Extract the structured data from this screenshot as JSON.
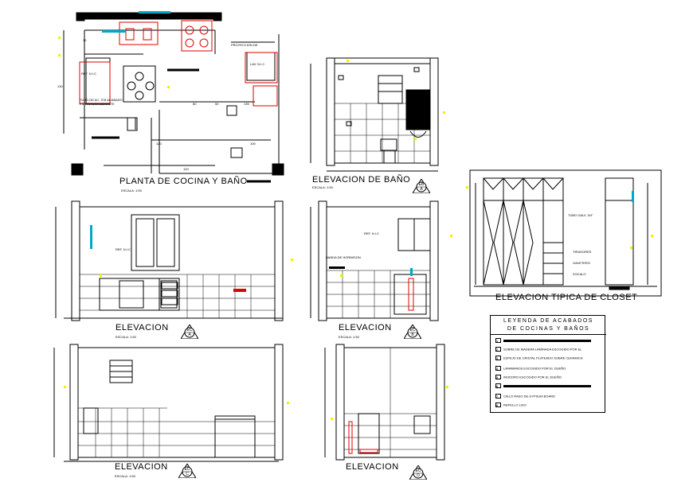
{
  "views": {
    "plan": {
      "title": "PLANTA DE COCINA Y BAÑO",
      "scale": "ESCALA: 1:50",
      "labels": {
        "ref": "REF. N.I.C",
        "lav": "LAV. N.I.C",
        "proyeccion": "PROYECCION DE",
        "tubo": "TUBO DE AC. 3\"Ø ACABADO",
        "pintura": "EN PINTURA ESMALTE",
        "dims": [
          "30",
          "130",
          "80",
          "120",
          "100",
          "50",
          "120",
          "135"
        ]
      }
    },
    "bath": {
      "title": "ELEVACION DE BAÑO",
      "scale": "ESCALA: 1:50",
      "tag_code": "EB",
      "tag_letter": "A"
    },
    "closet": {
      "title": "ELEVACION TIPICA DE CLOSET",
      "labels": {
        "tubo": "TUBO GALV. 3/4\"",
        "tirador": "TIRADORES",
        "gaveta": "GAVETERO",
        "zocalo": "ZOCALO"
      }
    },
    "eca": {
      "title": "ELEVACION",
      "scale": "ESCALA: 1:50",
      "tag_code": "EC",
      "tag_letter": "A",
      "labels": {
        "ref": "REF. N.I.C"
      }
    },
    "ecb": {
      "title": "ELEVACION",
      "scale": "ESCALA: 1:50",
      "tag_code": "EC",
      "tag_letter": "B",
      "labels": {
        "ref": "REF. N.I.C",
        "banda": "BANDA DE HORMIGON"
      }
    },
    "ecc": {
      "title": "ELEVACION",
      "scale": "ESCALA: 1:50",
      "tag_code": "EC",
      "tag_letter": "C"
    },
    "ecd": {
      "title": "ELEVACION",
      "scale": "ESCALA: 1:50",
      "tag_code": "EC",
      "tag_letter": "D"
    }
  },
  "legend": {
    "title_line1": "LEYENDA DE ACABADOS",
    "title_line2": "DE COCINAS Y BAÑOS",
    "items": [
      {
        "code": "1",
        "text": ""
      },
      {
        "code": "2",
        "text": "SOBRE DE MADERA LAMINADA ESCOGIDO POR EL"
      },
      {
        "code": "3",
        "text": "ESPEJO DE CRISTAL PLATEADO SOBRE CERAMICA"
      },
      {
        "code": "4",
        "text": "LAVAMANOS ESCOGIDO POR EL DUEÑO"
      },
      {
        "code": "5",
        "text": "INODORO ESCOGIDO POR EL DUEÑO"
      },
      {
        "code": "6",
        "text": ""
      },
      {
        "code": "7",
        "text": "CIELO RASO DE GYPSUM BOARD"
      },
      {
        "code": "8",
        "text": "REPELLO LISO"
      }
    ]
  },
  "colors": {
    "line": "#000000",
    "red": "#e00000",
    "cyan": "#00a8c8",
    "yellow": "#f0f000"
  }
}
